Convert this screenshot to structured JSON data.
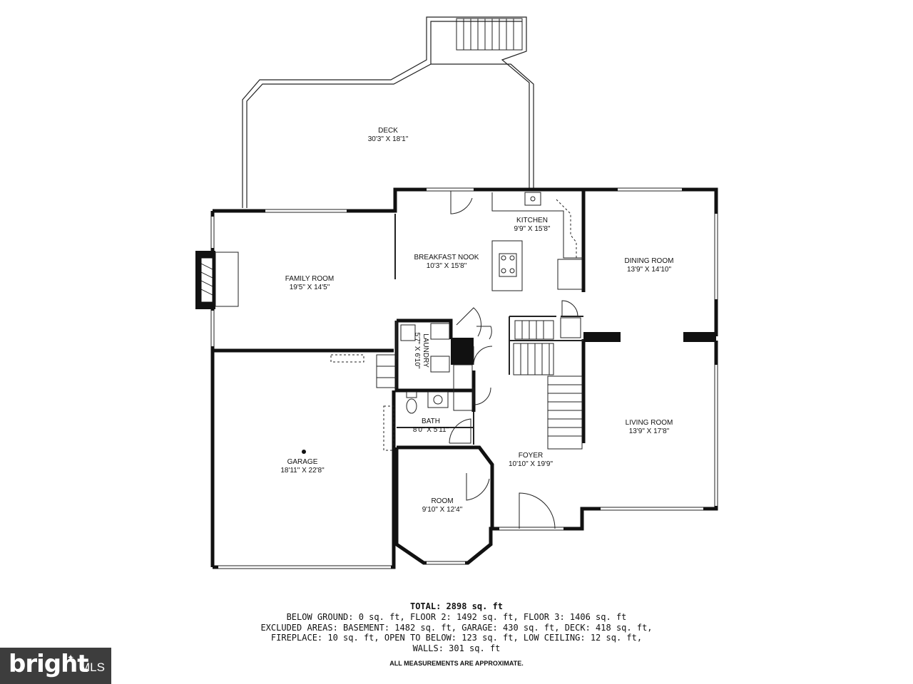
{
  "rooms": {
    "deck": {
      "name": "DECK",
      "size": "30'3\" X 18'1\""
    },
    "kitchen": {
      "name": "KITCHEN",
      "size": "9'9\" X 15'8\""
    },
    "breakfast_nook": {
      "name": "BREAKFAST NOOK",
      "size": "10'3\" X 15'8\""
    },
    "family_room": {
      "name": "FAMILY ROOM",
      "size": "19'5\" X 14'5\""
    },
    "dining_room": {
      "name": "DINING ROOM",
      "size": "13'9\" X 14'10\""
    },
    "laundry": {
      "name": "LAUNDRY",
      "size": "5'7\" X 6'10\""
    },
    "bath": {
      "name": "BATH",
      "size": "8'0\" X 5'11\""
    },
    "garage": {
      "name": "GARAGE",
      "size": "18'11\" X 22'8\""
    },
    "living_room": {
      "name": "LIVING ROOM",
      "size": "13'9\" X 17'8\""
    },
    "foyer": {
      "name": "FOYER",
      "size": "10'10\" X 19'9\""
    },
    "room": {
      "name": "ROOM",
      "size": "9'10\" X 12'4\""
    }
  },
  "summary": {
    "total": "TOTAL: 2898 sq. ft",
    "line1": "BELOW GROUND: 0 sq. ft, FLOOR 2: 1492 sq. ft, FLOOR 3: 1406 sq. ft",
    "line2": "EXCLUDED AREAS: BASEMENT: 1482 sq. ft, GARAGE: 430 sq. ft, DECK: 418 sq. ft,",
    "line3": "FIREPLACE: 10 sq. ft, OPEN TO BELOW: 123 sq. ft, LOW CEILING: 12 sq. ft,",
    "line4": "WALLS: 301 sq. ft"
  },
  "disclaimer": "ALL MEASUREMENTS ARE APPROXIMATE.",
  "logo": {
    "brand": "bright",
    "suffix": "MLS"
  },
  "colors": {
    "wall": "#111111",
    "logo_bg": "#3d3d3d"
  }
}
